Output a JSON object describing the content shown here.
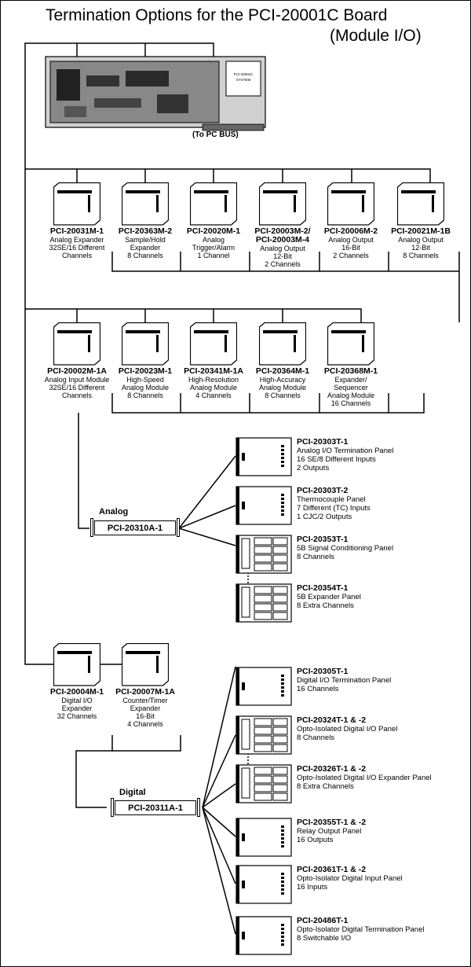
{
  "title": {
    "line1": "Termination Options for the PCI-20001C Board",
    "line2": "(Module I/O)"
  },
  "board": {
    "chip_label_line1": "PCI-20001C",
    "chip_label_line2": "SYSTEM",
    "caption": "(To PC BUS)"
  },
  "modules_row1": [
    {
      "name": "PCI-20031M-1",
      "lines": [
        "Analog Expander",
        "32SE/16 Different",
        "Channels"
      ]
    },
    {
      "name": "PCI-20363M-2",
      "lines": [
        "Sample/Hold",
        "Expander",
        "8 Channels"
      ]
    },
    {
      "name": "PCI-20020M-1",
      "lines": [
        "Analog",
        "Trigger/Alarm",
        "1 Channel"
      ]
    },
    {
      "name": "PCI-20003M-2/",
      "name2": "PCI-20003M-4",
      "lines": [
        "Analog Output",
        "12-Bit",
        "2 Channels"
      ]
    },
    {
      "name": "PCI-20006M-2",
      "lines": [
        "Analog Output",
        "16-Bit",
        "2 Channels"
      ]
    },
    {
      "name": "PCI-20021M-1B",
      "lines": [
        "Analog Output",
        "12-Bit",
        "8 Channels"
      ]
    }
  ],
  "modules_row2": [
    {
      "name": "PCI-20002M-1A",
      "lines": [
        "Analog Input Module",
        "32SE/16 Different",
        "Channels"
      ]
    },
    {
      "name": "PCI-20023M-1",
      "lines": [
        "High-Speed",
        "Analog Module",
        "8 Channels"
      ]
    },
    {
      "name": "PCI-20341M-1A",
      "lines": [
        "High-Resolution",
        "Analog Module",
        "4 Channels"
      ]
    },
    {
      "name": "PCI-20364M-1",
      "lines": [
        "High-Accuracy",
        "Analog Module",
        "8 Channels"
      ]
    },
    {
      "name": "PCI-20368M-1",
      "lines": [
        "Expander/",
        "Sequencer",
        "Analog Module",
        "16 Channels"
      ]
    }
  ],
  "modules_row3": [
    {
      "name": "PCI-20004M-1",
      "lines": [
        "Digital I/O",
        "Expander",
        "32 Channels"
      ]
    },
    {
      "name": "PCI-20007M-1A",
      "lines": [
        "Counter/Timer",
        "Expander",
        "16-Bit",
        "4 Channels"
      ]
    }
  ],
  "analog": {
    "label": "Analog",
    "cable": "PCI-20310A-1",
    "panels": [
      {
        "name": "PCI-20303T-1",
        "lines": [
          "Analog I/O Termination Panel",
          "16 SE/8 Different Inputs",
          "2 Outputs"
        ]
      },
      {
        "name": "PCI-20303T-2",
        "lines": [
          "Thermocouple Panel",
          "7 Different (TC) Inputs",
          "1 CJC/2 Outputs"
        ]
      },
      {
        "name": "PCI-20353T-1",
        "lines": [
          "5B Signal Conditioning Panel",
          "8 Channels"
        ]
      },
      {
        "name": "PCI-20354T-1",
        "lines": [
          "5B Expander Panel",
          "8 Extra Channels"
        ]
      }
    ]
  },
  "digital": {
    "label": "Digital",
    "cable": "PCI-20311A-1",
    "panels": [
      {
        "name": "PCI-20305T-1",
        "lines": [
          "Digital I/O Termination Panel",
          "16 Channels"
        ]
      },
      {
        "name": "PCI-20324T-1 & -2",
        "lines": [
          "Opto-Isolated Digital I/O Panel",
          "8 Channels"
        ]
      },
      {
        "name": "PCI-20326T-1 & -2",
        "lines": [
          "Opto-Isolated Digital I/O Expander Panel",
          "8 Extra Channels"
        ]
      },
      {
        "name": "PCI-20355T-1 & -2",
        "lines": [
          "Relay Output Panel",
          "16 Outputs"
        ]
      },
      {
        "name": "PCI-20361T-1 & -2",
        "lines": [
          "Opto-Isolator Digital Input Panel",
          "16 Inputs"
        ]
      },
      {
        "name": "PCI-20486T-1",
        "lines": [
          "Opto-Isolator Digital Termination Panel",
          "8 Switchable I/O"
        ]
      }
    ]
  }
}
